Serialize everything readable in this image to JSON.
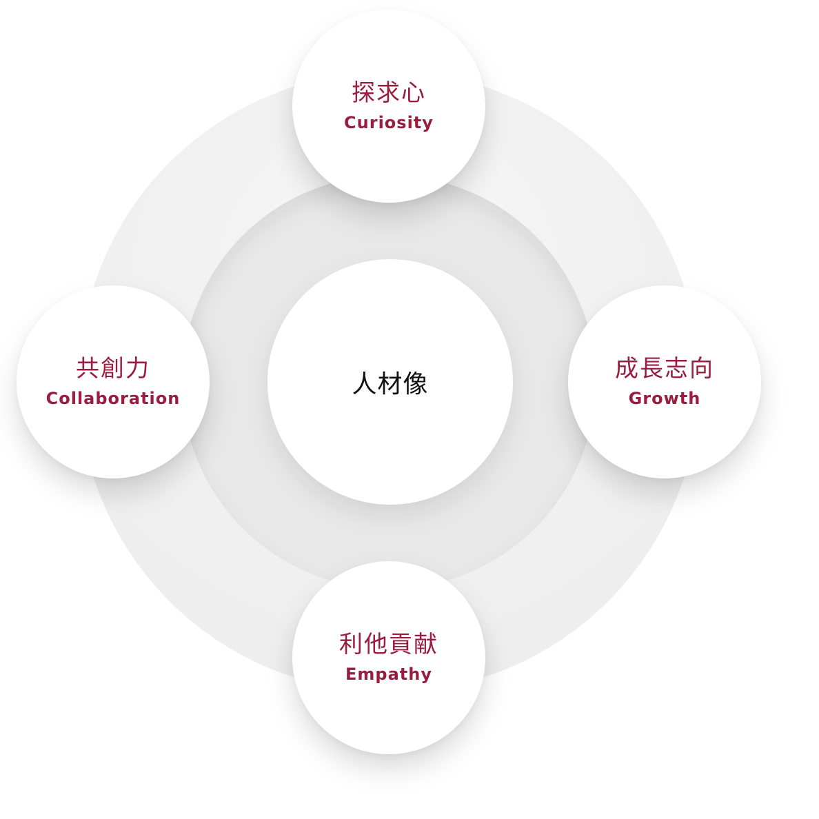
{
  "center": {
    "label": "人材像"
  },
  "nodes": {
    "top": {
      "jp": "探求心",
      "en": "Curiosity"
    },
    "left": {
      "jp": "共創力",
      "en": "Collaboration"
    },
    "right": {
      "jp": "成長志向",
      "en": "Growth"
    },
    "bottom": {
      "jp": "利他貢献",
      "en": "Empathy"
    }
  },
  "colors": {
    "accent": "#9a1c3f",
    "center_text": "#111111",
    "outer_ring": "#f0f0f0",
    "inner_ring": "#e8e8e8"
  }
}
